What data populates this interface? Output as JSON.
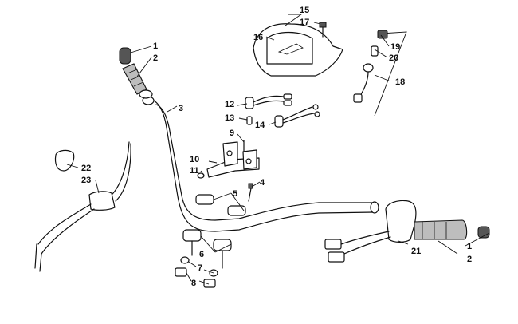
{
  "callouts": [
    {
      "id": "c1a",
      "text": "1"
    },
    {
      "id": "c2a",
      "text": "2"
    },
    {
      "id": "c3",
      "text": "3"
    },
    {
      "id": "c4",
      "text": "4"
    },
    {
      "id": "c5",
      "text": "5"
    },
    {
      "id": "c6",
      "text": "6"
    },
    {
      "id": "c7",
      "text": "7"
    },
    {
      "id": "c8",
      "text": "8"
    },
    {
      "id": "c9",
      "text": "9"
    },
    {
      "id": "c10",
      "text": "10"
    },
    {
      "id": "c11",
      "text": "11"
    },
    {
      "id": "c12",
      "text": "12"
    },
    {
      "id": "c13",
      "text": "13"
    },
    {
      "id": "c14",
      "text": "14"
    },
    {
      "id": "c15",
      "text": "15"
    },
    {
      "id": "c16",
      "text": "16"
    },
    {
      "id": "c17",
      "text": "17"
    },
    {
      "id": "c18",
      "text": "18"
    },
    {
      "id": "c19",
      "text": "19"
    },
    {
      "id": "c20",
      "text": "20"
    },
    {
      "id": "c21",
      "text": "21"
    },
    {
      "id": "c22",
      "text": "22"
    },
    {
      "id": "c23",
      "text": "23"
    },
    {
      "id": "c1b",
      "text": "1"
    },
    {
      "id": "c2b",
      "text": "2"
    }
  ]
}
